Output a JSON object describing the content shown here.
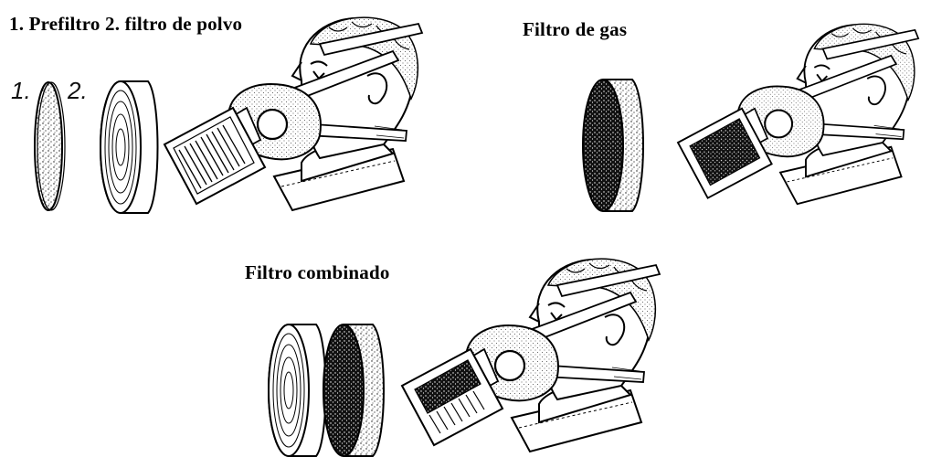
{
  "labels": {
    "title_top_left": "1. Prefiltro  2. filtro de polvo",
    "title_top_right": "Filtro de gas",
    "title_bottom": "Filtro combinado",
    "marker_1": "1.",
    "marker_2": "2."
  },
  "icons": [
    "prefilter-disc-icon",
    "dust-filter-disc-icon",
    "gas-filter-disc-icon",
    "respirator-head-icon"
  ],
  "colors": {
    "ink": "#000000",
    "paper": "#ffffff"
  }
}
